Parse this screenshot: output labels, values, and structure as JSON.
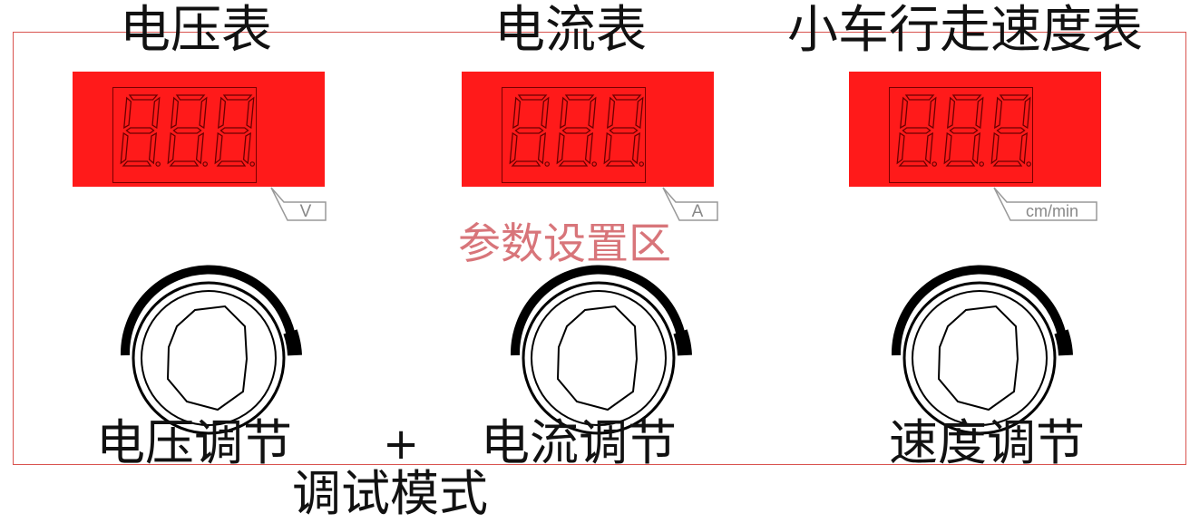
{
  "meters": [
    {
      "title": "电压表",
      "unit": "V"
    },
    {
      "title": "电流表",
      "unit": "A"
    },
    {
      "title": "小车行走速度表",
      "unit": "cm/min"
    }
  ],
  "display_digits": [
    "8",
    "8",
    "8"
  ],
  "section_label": "参数设置区",
  "knobs": [
    {
      "label": "电压调节"
    },
    {
      "label": "电流调节"
    },
    {
      "label": "速度调节"
    }
  ],
  "plus_sign": "+",
  "debug_mode_label": "调试模式",
  "colors": {
    "display_red": "#ff1a1a",
    "frame_border": "#d9534f",
    "section_label": "#d8757a"
  }
}
